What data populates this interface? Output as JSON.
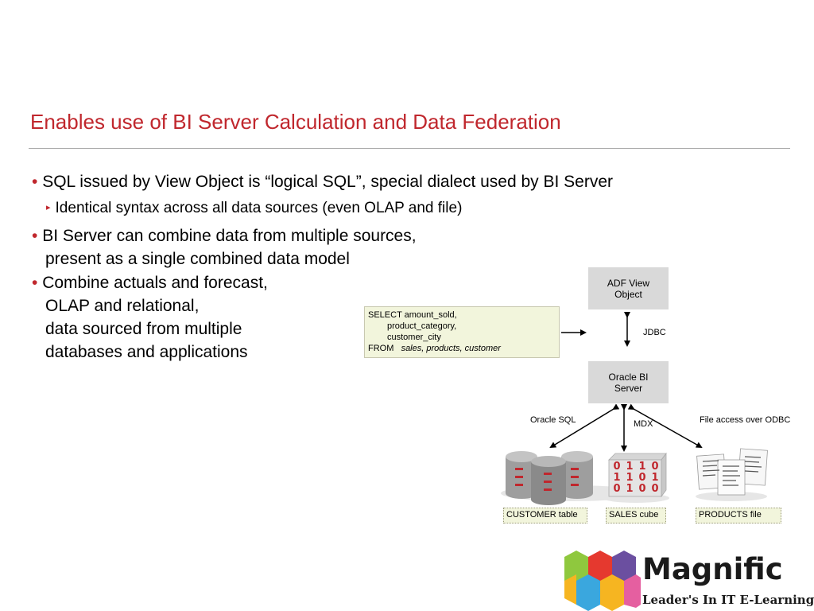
{
  "slide": {
    "title": "Enables use of BI Server Calculation and Data Federation",
    "bullets": [
      "SQL issued by View Object is “logical SQL”, special dialect used by BI Server",
      "Identical syntax across all data sources (even OLAP and file)",
      "BI Server can combine data from multiple sources,",
      "present as a single combined data model",
      "Combine actuals and forecast,",
      "OLAP and relational,",
      "data sourced from multiple",
      "databases and applications"
    ],
    "bullet_marker": "•",
    "sub_marker": "▸"
  },
  "diagram": {
    "adf_line1": "ADF View",
    "adf_line2": "Object",
    "jdbc": "JDBC",
    "bi_line1": "Oracle BI",
    "bi_line2": "Server",
    "sql_lines": [
      "SELECT amount_sold,",
      "product_category,",
      "customer_city",
      "FROM"
    ],
    "sql_from_tables": "sales, products, customer",
    "oracle_sql": "Oracle SQL",
    "mdx": "MDX",
    "file_access": "File access over ODBC",
    "customer_table": "CUSTOMER table",
    "sales_cube": "SALES cube",
    "products_file": "PRODUCTS file",
    "cube_digits": [
      "0",
      "1",
      "1",
      "0",
      "1",
      "1",
      "0",
      "1",
      "0",
      "1",
      "0",
      "0"
    ]
  },
  "logo": {
    "name": "Magnific",
    "tagline": "Leader's In IT E-Learning",
    "colors": [
      "#e5392f",
      "#8fc83e",
      "#f6b521",
      "#6b4fa0",
      "#3aa7de",
      "#e55fa0"
    ]
  },
  "colors": {
    "title": "#c0272d",
    "accent": "#c0272d",
    "box_gray": "#d9d9d9",
    "sql_fill": "#f2f5dc"
  }
}
